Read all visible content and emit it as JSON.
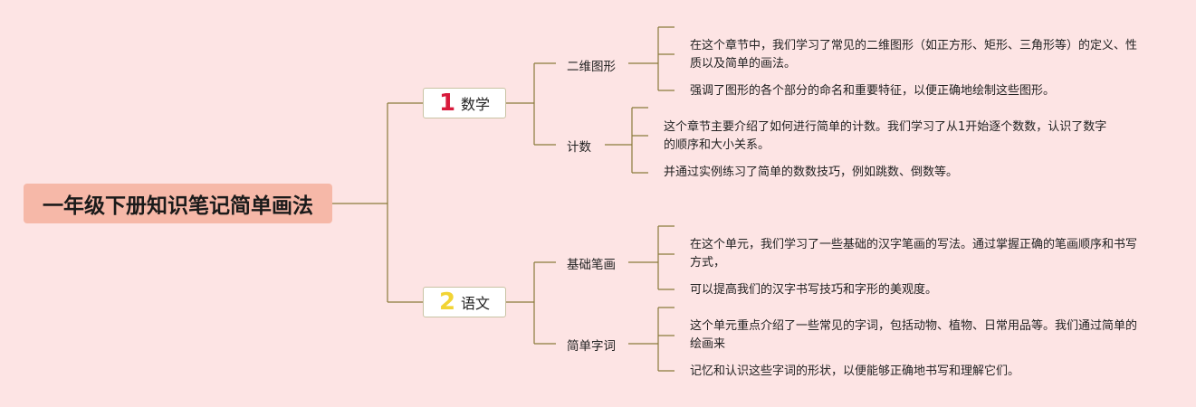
{
  "root": {
    "title": "一年级下册知识笔记简单画法"
  },
  "colors": {
    "num1": "#d81b3c",
    "num2": "#f2d435",
    "line": "#8a7a3a"
  },
  "branches": [
    {
      "num": "1",
      "label": "数学",
      "subs": [
        {
          "label": "二维图形",
          "leaves": [
            "在这个章节中，我们学习了常见的二维图形（如正方形、矩形、三角形等）的定义、性质以及简单的画法。",
            "强调了图形的各个部分的命名和重要特征，以便正确地绘制这些图形。"
          ]
        },
        {
          "label": "计数",
          "leaves": [
            "这个章节主要介绍了如何进行简单的计数。我们学习了从1开始逐个数数，认识了数字的顺序和大小关系。",
            "并通过实例练习了简单的数数技巧，例如跳数、倒数等。"
          ]
        }
      ]
    },
    {
      "num": "2",
      "label": "语文",
      "subs": [
        {
          "label": "基础笔画",
          "leaves": [
            "在这个单元，我们学习了一些基础的汉字笔画的写法。通过掌握正确的笔画顺序和书写方式，",
            "可以提高我们的汉字书写技巧和字形的美观度。"
          ]
        },
        {
          "label": "简单字词",
          "leaves": [
            "这个单元重点介绍了一些常见的字词，包括动物、植物、日常用品等。我们通过简单的绘画来",
            "记忆和认识这些字词的形状，以便能够正确地书写和理解它们。"
          ]
        }
      ]
    }
  ]
}
